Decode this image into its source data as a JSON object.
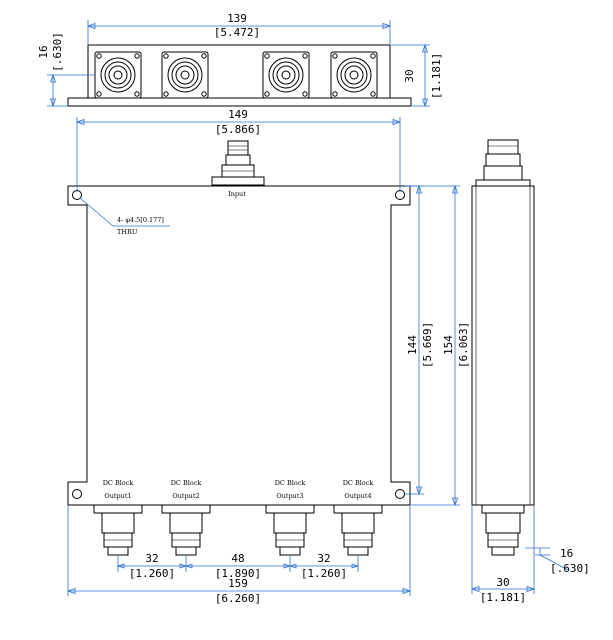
{
  "top_view": {
    "width_mm": "139",
    "width_in": "[5.472]",
    "left_height_mm": "16",
    "left_height_in": "[.630]",
    "right_height_mm": "30",
    "right_height_in": "[1.181]"
  },
  "front_view": {
    "width_mm": "149",
    "width_in": "[5.866]",
    "input_label": "Input",
    "hole_note_line1": "4- φ4.5[0.177]",
    "hole_note_line2": "THRU",
    "height_inner_mm": "144",
    "height_inner_in": "[5.669]",
    "height_outer_mm": "154",
    "height_outer_in": "[6.063]",
    "ports": [
      {
        "block": "DC Block",
        "name": "Output1"
      },
      {
        "block": "DC Block",
        "name": "Output2"
      },
      {
        "block": "DC Block",
        "name": "Output3"
      },
      {
        "block": "DC Block",
        "name": "Output4"
      }
    ],
    "spacing1_mm": "32",
    "spacing1_in": "[1.260]",
    "spacing2_mm": "48",
    "spacing2_in": "[1.890]",
    "spacing3_mm": "32",
    "spacing3_in": "[1.260]",
    "total_width_mm": "159",
    "total_width_in": "[6.260]"
  },
  "side_view": {
    "connector_mm": "16",
    "connector_in": "[.630]",
    "width_mm": "30",
    "width_in": "[1.181]"
  },
  "colors": {
    "dimension_line": "#2a6fd6",
    "outline": "#000000"
  }
}
